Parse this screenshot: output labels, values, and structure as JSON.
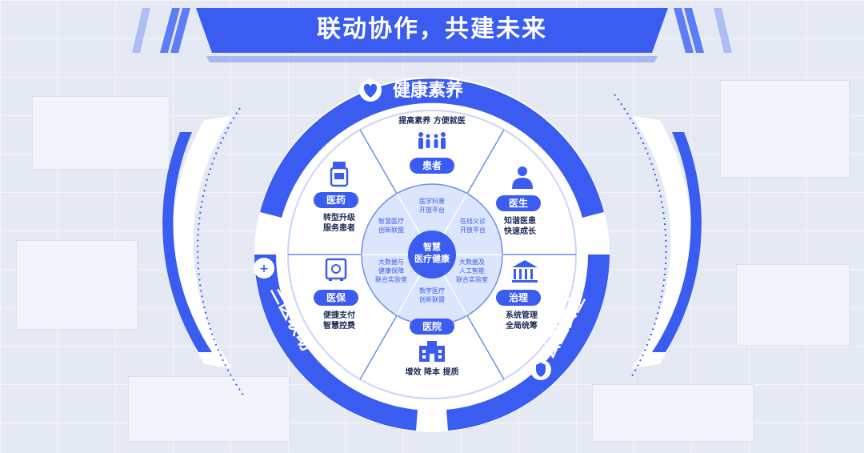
{
  "banner": {
    "title": "联动协作，共建未来"
  },
  "colors": {
    "primary": "#3a5cf0",
    "dark": "#2446d6",
    "line": "#a9bdf2",
    "inner": "#dbe5fb",
    "white": "#ffffff"
  },
  "ring_labels": {
    "top": "健康素养",
    "left": "三医联动",
    "right": "公卫安全"
  },
  "core": {
    "line1": "智慧",
    "line2": "医疗健康"
  },
  "segments": {
    "patient": {
      "title": "患者",
      "desc": "提高素养 方便就医",
      "icon": "family-icon"
    },
    "doctor": {
      "title": "医生",
      "desc1": "知谐医患",
      "desc2": "快速成长",
      "icon": "doctor-icon"
    },
    "govern": {
      "title": "治理",
      "desc1": "系统管理",
      "desc2": "全局统筹",
      "icon": "government-building-icon"
    },
    "hospital": {
      "title": "医院",
      "desc": "增效 降本 提质",
      "icon": "hospital-icon"
    },
    "insurance": {
      "title": "医保",
      "desc1": "便捷支付",
      "desc2": "智慧控费",
      "icon": "safe-box-icon"
    },
    "medicine": {
      "title": "医药",
      "desc1": "转型升级",
      "desc2": "服务患者",
      "icon": "medicine-icon"
    }
  },
  "inner_platforms": {
    "top": {
      "line1": "医学科普",
      "line2": "开放平台"
    },
    "top_right": {
      "line1": "在线义诊",
      "line2": "开放平台"
    },
    "bottom_right": {
      "line1": "大数据及",
      "line2": "人工智能",
      "line3": "联合实验室"
    },
    "bottom": {
      "line1": "数字医疗",
      "line2": "创新联盟"
    },
    "bottom_left": {
      "line1": "大数据与",
      "line2": "健康保障",
      "line3": "联合实验室"
    },
    "top_left": {
      "line1": "智慧医疗",
      "line2": "创新联盟"
    }
  }
}
